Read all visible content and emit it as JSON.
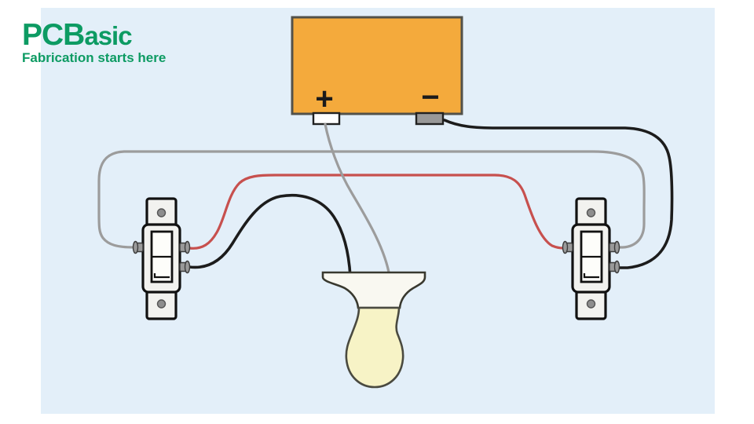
{
  "page": {
    "background": "#ffffff",
    "canvas_color": "#e3eff9"
  },
  "logo": {
    "prefix": "PCB",
    "suffix": "asic",
    "tagline": "Fabrication starts here",
    "color": "#0d9b63"
  },
  "diagram": {
    "battery": {
      "positive_label": "+",
      "negative_label": "−",
      "body_color": "#f4aa3c",
      "positive_terminal_color": "#ffffff",
      "negative_terminal_color": "#999999"
    },
    "wires": {
      "black": "#1c1c1c",
      "red": "#c7504e",
      "gray": "#9c9c9c"
    },
    "bulb": {
      "glass_color": "#f7f3c6"
    }
  }
}
